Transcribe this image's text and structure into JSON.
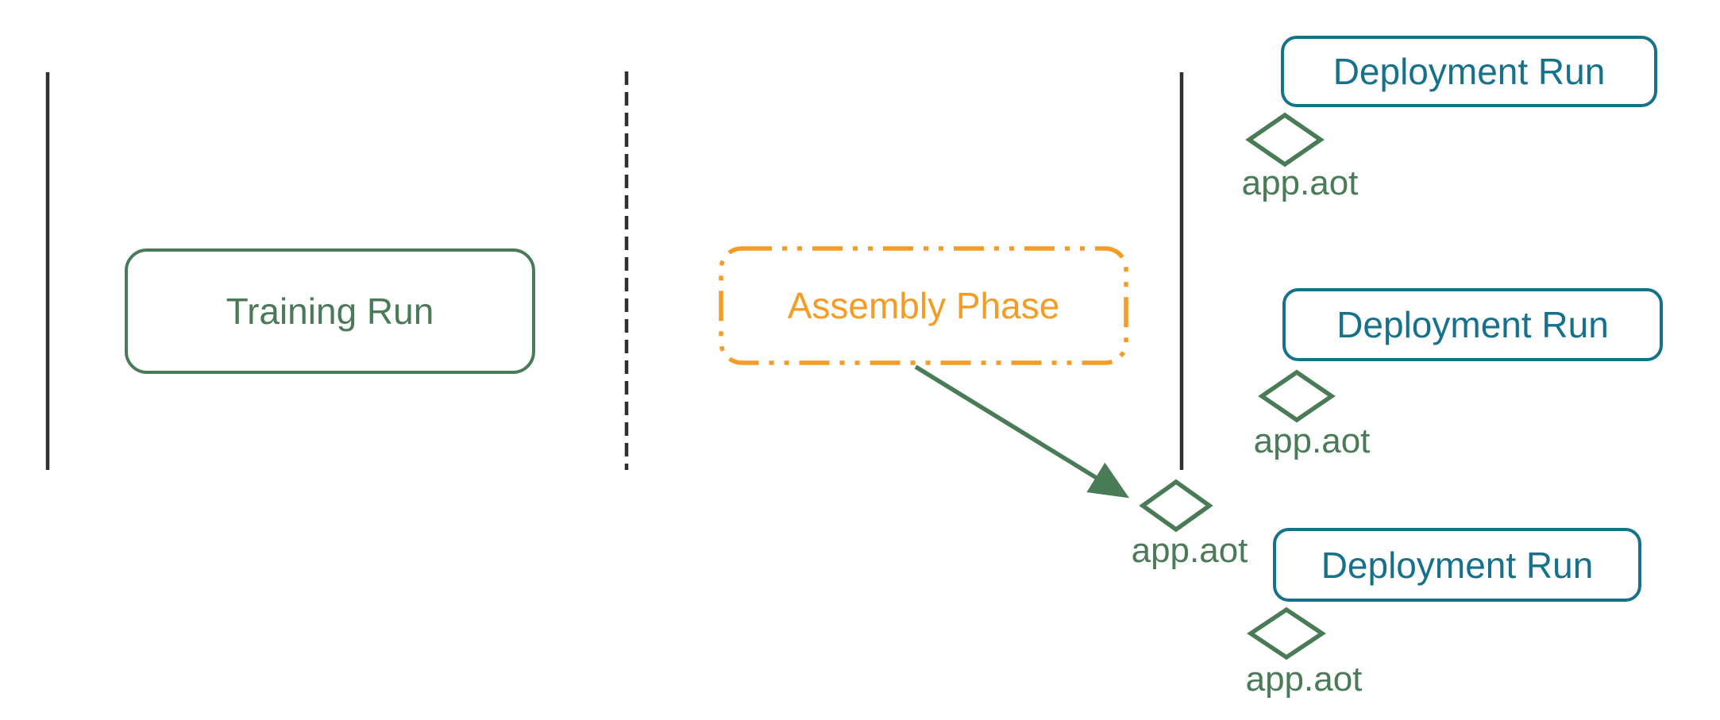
{
  "diagram": {
    "title": "training-assembly-deployment phases diagram",
    "colors": {
      "background": "#ffffff",
      "green": "#4a7b57",
      "teal": "#16718c",
      "orange": "#f59c27",
      "lane_line": "#2d322e"
    },
    "training_box": {
      "label": "Training Run"
    },
    "assembly_box": {
      "label": "Assembly Phase"
    },
    "deployment_boxes": [
      {
        "label": "Deployment Run"
      },
      {
        "label": "Deployment Run"
      },
      {
        "label": "Deployment Run"
      }
    ],
    "artifacts": [
      {
        "label": "app.aot",
        "icon": "diamond-icon"
      },
      {
        "label": "app.aot",
        "icon": "diamond-icon"
      },
      {
        "label": "app.aot",
        "icon": "diamond-icon"
      },
      {
        "label": "app.aot",
        "icon": "diamond-icon"
      }
    ],
    "connector": {
      "from": "assembly_box",
      "to": "artifacts.2",
      "style": "solid-arrow"
    }
  }
}
